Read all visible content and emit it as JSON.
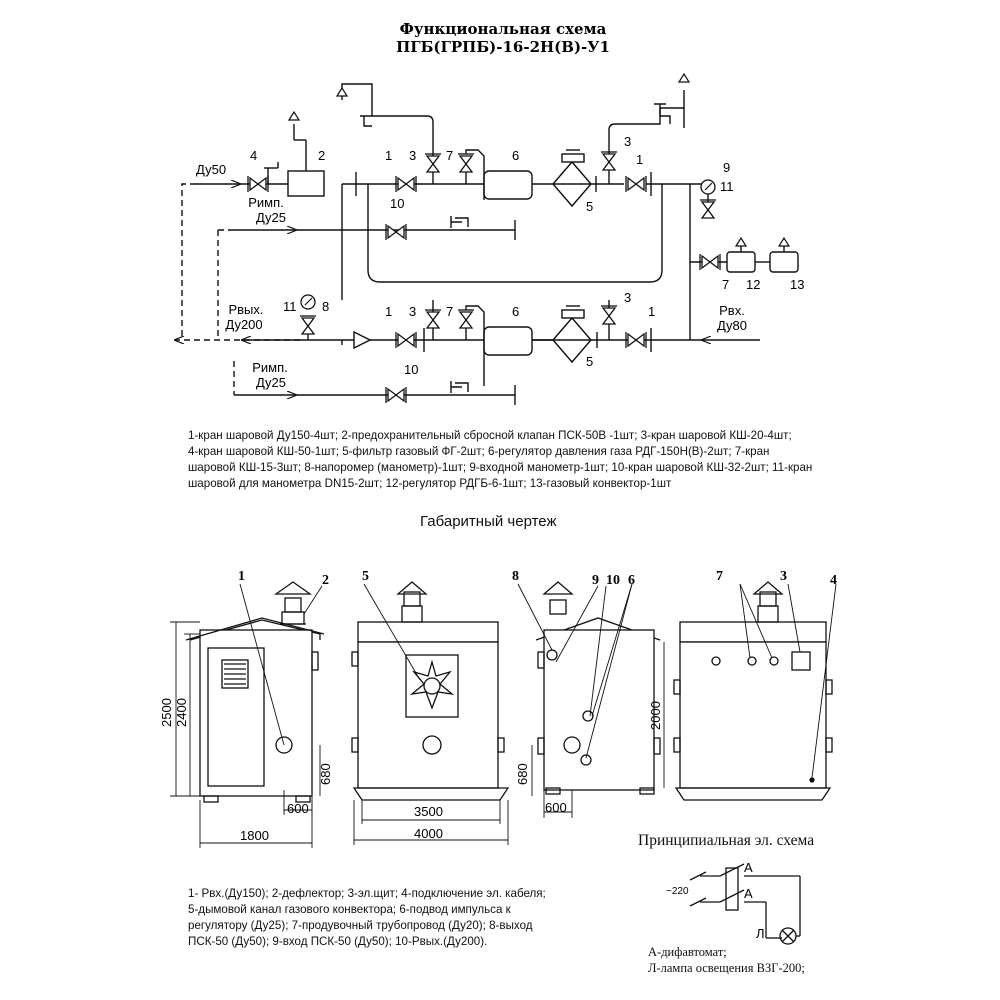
{
  "title": {
    "line1": "Функциональная схема",
    "line2": "ПГБ(ГРПБ)-16-2Н(В)-У1"
  },
  "functional": {
    "labels": {
      "du50": "Ду50",
      "rimp_top": "Римп.",
      "du25_top": "Ду25",
      "rvyh": "Рвых.",
      "du200": "Ду200",
      "rimp_bottom": "Римп.",
      "du25_bottom": "Ду25",
      "rvh": "Рвх.",
      "du80": "Ду80"
    },
    "numbers": {
      "n4": "4",
      "n2": "2",
      "n1a": "1",
      "n3a": "3",
      "n7a": "7",
      "n6a": "6",
      "n3b": "3",
      "n1b": "1",
      "n9": "9",
      "n11a": "11",
      "n10a": "10",
      "n5a": "5",
      "n7b": "7",
      "n12": "12",
      "n13": "13",
      "n11b": "11",
      "n8": "8",
      "n1c": "1",
      "n3c": "3",
      "n7c": "7",
      "n6b": "6",
      "n3d": "3",
      "n1d": "1",
      "n5b": "5",
      "n10b": "10"
    }
  },
  "legend_top": {
    "line1": "1-кран шаровой Ду150-4шт; 2-предохранительный сбросной клапан ПСК-50В -1шт; 3-кран шаровой КШ-20-4шт;",
    "line2": "4-кран шаровой КШ-50-1шт; 5-фильтр газовый ФГ-2шт; 6-регулятор давления газа РДГ-150Н(В)-2шт; 7-кран",
    "line3": "шаровой КШ-15-3шт; 8-напоромер (манометр)-1шт; 9-входной манометр-1шт; 10-кран шаровой КШ-32-2шт; 11-кран",
    "line4": "шаровой для манометра DN15-2шт; 12-регулятор РДГБ-6-1шт; 13-газовый конвектор-1шт"
  },
  "dimension_title": "Габаритный чертеж",
  "dimension_drawing": {
    "callouts": {
      "c1": "1",
      "c2": "2",
      "c5": "5",
      "c8": "8",
      "c9": "9",
      "c10": "10",
      "c6": "6",
      "c7": "7",
      "c3": "3",
      "c4": "4"
    },
    "dims": {
      "h2500": "2500",
      "h2400": "2400",
      "h680a": "680",
      "w600a": "600",
      "w1800": "1800",
      "w3500": "3500",
      "w4000": "4000",
      "h680b": "680",
      "w600b": "600",
      "h2000": "2000"
    }
  },
  "legend_bottom": {
    "line1": "1- Рвх.(Ду150); 2-дефлектор; 3-эл.щит; 4-подключение эл. кабеля;",
    "line2": "5-дымовой канал газового конвектора; 6-подвод импульса к",
    "line3": "регулятору (Ду25); 7-продувочный трубопровод (Ду20); 8-выход",
    "line4": "ПСК-50 (Ду50); 9-вход ПСК-50 (Ду50); 10-Рвых.(Ду200)."
  },
  "electrical": {
    "title": "Принципиальная эл. схема",
    "voltage": "~220",
    "a_top": "А",
    "a_bottom": "А",
    "l_label": "Л",
    "note1": "А-дифавтомат;",
    "note2": "Л-лампа освещения ВЗГ-200;"
  }
}
